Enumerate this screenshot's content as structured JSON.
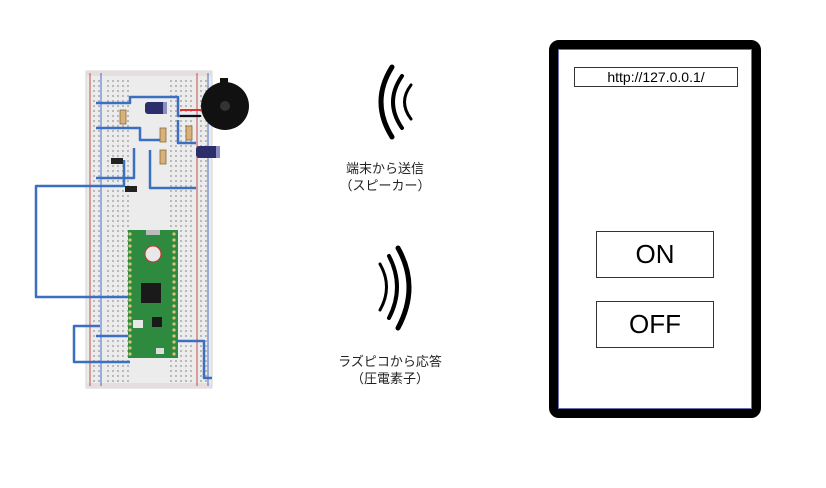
{
  "labels": {
    "send": [
      "端末から送信",
      "（スピーカー）"
    ],
    "reply": [
      "ラズピコから応答",
      "（圧電素子）"
    ]
  },
  "phone": {
    "url": "http://127.0.0.1/",
    "on_label": "ON",
    "off_label": "OFF"
  },
  "colors": {
    "wire": "#3b6fbf",
    "pico_board": "#2e8a3e",
    "breadboard": "#ececec",
    "phone_frame": "#000000"
  },
  "icons": [
    "breadboard-circuit",
    "raspberry-pi-pico-board",
    "piezo-buzzer-icon",
    "capacitor-icon",
    "sound-wave-left-icon",
    "sound-wave-right-icon"
  ]
}
